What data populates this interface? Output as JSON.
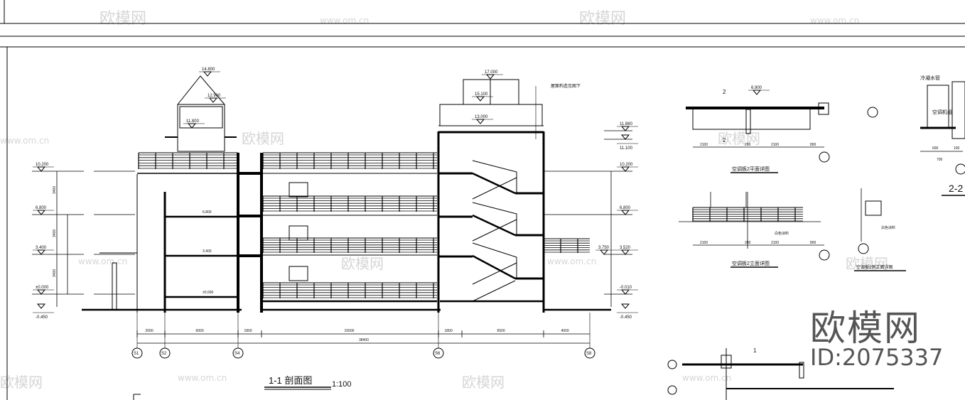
{
  "drawing": {
    "title": "1-1  剖面图",
    "scale": "1:100",
    "levels_left": [
      "10.200",
      "6.800",
      "3.400",
      "±0.000",
      "-0.450"
    ],
    "levels_right": [
      "11.880",
      "11.100",
      "10.200",
      "6.800",
      "3.520",
      "-0.010",
      "-0.450"
    ],
    "levels_tower": [
      "17.000",
      "15.100",
      "13.000"
    ],
    "levels_dormer": [
      "14.800",
      "12.900",
      "11.800"
    ],
    "level_canopy": "3.750",
    "floor_labels": [
      "6.800",
      "3.400",
      "±0.000"
    ],
    "dims_bottom": [
      "2000",
      "6000",
      "1800",
      "15500",
      "1800",
      "6500",
      "4000"
    ],
    "dim_total": "38400",
    "dims_left": [
      "3400",
      "3400",
      "3400"
    ],
    "axis_labels": [
      "S1",
      "S2",
      "S4",
      "S6",
      "S8"
    ],
    "tower_note": "屋面构造见图下"
  },
  "details": {
    "plan_title": "空调板2平面详图",
    "elevation_title": "空调板2立面详图",
    "side_title": "空调板2侧立面详图",
    "section_label": "2-2",
    "section_mark": "2",
    "section_mark_1": "1",
    "unit_label": "空调机组",
    "pipe_label": "冷凝水管",
    "railing_label": "白色涂料",
    "plan_dims": [
      "2100",
      "200",
      "2100",
      "800"
    ],
    "elev_dims": [
      "2100",
      "200",
      "2100",
      "800"
    ],
    "side_dims": [
      "600",
      "100",
      "700"
    ],
    "level": "6.900"
  },
  "watermark": {
    "brand": "欧模网",
    "id": "ID:2075337",
    "url": "www.om.cn"
  }
}
